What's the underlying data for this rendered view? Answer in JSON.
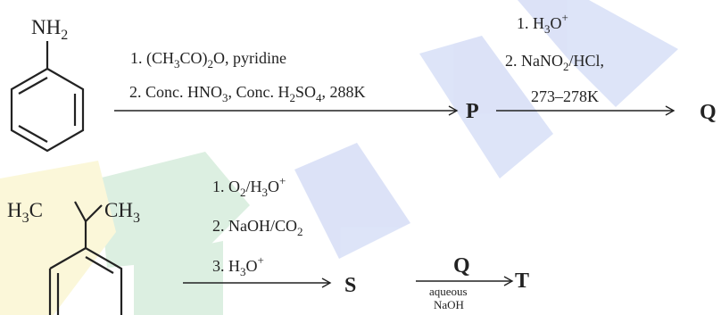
{
  "reaction_1": {
    "starting_group": "NH",
    "starting_group_sub": "2",
    "arrow_1_step_1": {
      "prefix": "1. (CH",
      "sub_a": "3",
      "mid": "CO)",
      "sub_b": "2",
      "suffix": "O, pyridine"
    },
    "arrow_1_step_2": {
      "prefix": "2. Conc. HNO",
      "sub_a": "3",
      "mid": ", Conc. H",
      "sub_b": "2",
      "mid2": "SO",
      "sub_c": "4",
      "suffix": ", 288K"
    },
    "product_1": "P",
    "arrow_2_step_1": {
      "prefix": "1. H",
      "sub_a": "3",
      "mid": "O",
      "sup": "+"
    },
    "arrow_2_step_2": {
      "prefix": "2. NaNO",
      "sub_a": "2",
      "suffix": "/HCl,"
    },
    "arrow_2_step_3": "273–278K",
    "product_2": "Q"
  },
  "reaction_2": {
    "methyl_left": "H",
    "methyl_left_sub": "3",
    "methyl_left_c": "C",
    "methyl_right": "CH",
    "methyl_right_sub": "3",
    "arrow_1_step_1": {
      "prefix": "1. O",
      "sub_a": "2",
      "mid": "/H",
      "sub_b": "3",
      "mid2": "O",
      "sup": "+"
    },
    "arrow_1_step_2": {
      "prefix": "2. NaOH/CO",
      "sub_a": "2"
    },
    "arrow_1_step_3": {
      "prefix": "3. H",
      "sub_a": "3",
      "mid": "O",
      "sup": "+"
    },
    "product_1": "S",
    "reagent_above": "Q",
    "reagent_below_1": "aqueous",
    "reagent_below_2": "NaOH",
    "product_2": "T"
  },
  "colors": {
    "ink": "#222222",
    "watermark_blue": "#2d54d4",
    "watermark_green": "#2fa34a",
    "watermark_yellow": "#e7d21a"
  }
}
